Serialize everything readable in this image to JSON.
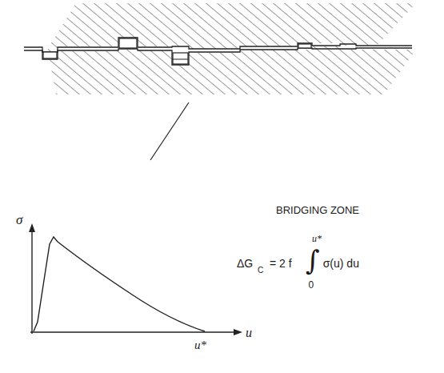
{
  "diagram": {
    "labels": [
      "σ",
      "u",
      "u*",
      "BRIDGING ZONE",
      "ΔG",
      "C",
      "= 2 f",
      "∫",
      "u*",
      "0",
      "σ(u) du"
    ]
  }
}
